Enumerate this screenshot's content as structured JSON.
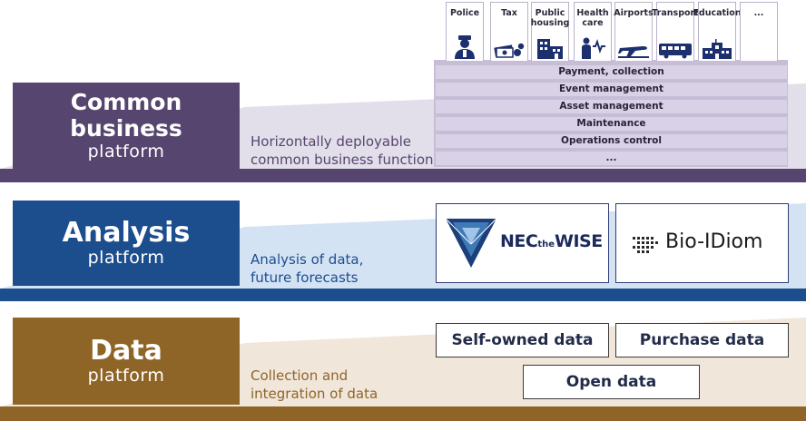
{
  "common": {
    "title": "Common business",
    "subtitle": "platform",
    "description_line1": "Horizontally deployable",
    "description_line2": "common business functions",
    "services": [
      {
        "label": "Police",
        "icon": "police-icon"
      },
      {
        "label": "Tax",
        "icon": "money-icon"
      },
      {
        "label": "Public housing",
        "label_line1": "Public",
        "label_line2": "housing",
        "icon": "building-icon"
      },
      {
        "label": "Health care",
        "label_line1": "Health",
        "label_line2": "care",
        "icon": "health-icon"
      },
      {
        "label": "Airports",
        "icon": "airplane-icon"
      },
      {
        "label": "Transport",
        "icon": "bus-icon"
      },
      {
        "label": "Education",
        "icon": "school-icon"
      },
      {
        "label": "...",
        "icon": ""
      }
    ],
    "functions": [
      "Payment, collection",
      "Event management",
      "Asset management",
      "Maintenance",
      "Operations control",
      "..."
    ],
    "colors": {
      "label_bg": "#56466f",
      "band": "#e3dfea",
      "base": "#56466f",
      "function_bar": "#d9d1e6"
    }
  },
  "analysis": {
    "title": "Analysis",
    "subtitle": "platform",
    "description_line1": "Analysis of data,",
    "description_line2": "future forecasts",
    "logos": [
      {
        "brand_main": "NEC",
        "brand_small": "the",
        "brand_end": "WISE",
        "icon": "nec-the-wise-logo-icon"
      },
      {
        "text": "Bio-IDiom",
        "icon": "bio-idiom-logo-icon"
      }
    ],
    "colors": {
      "label_bg": "#1c4e8e",
      "band": "#d4e3f4",
      "base": "#1c4e8e"
    }
  },
  "data": {
    "title": "Data",
    "subtitle": "platform",
    "description_line1": "Collection and",
    "description_line2": "integration of data",
    "boxes": {
      "self_owned": "Self-owned data",
      "purchase": "Purchase data",
      "open": "Open data"
    },
    "colors": {
      "label_bg": "#8e6527",
      "band": "#f1e6da",
      "base": "#8e6527",
      "description": "#8e6527"
    }
  }
}
